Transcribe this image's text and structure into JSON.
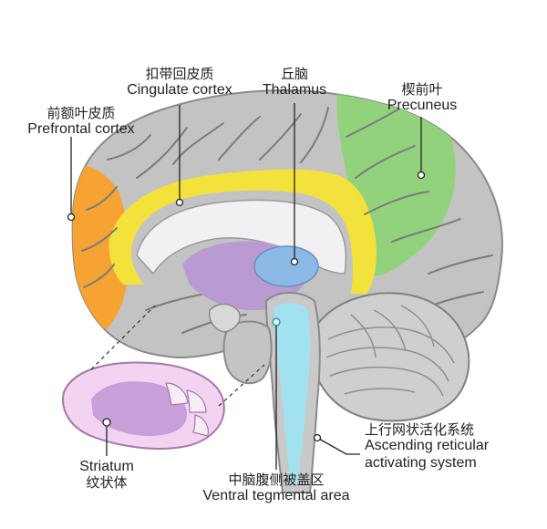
{
  "diagram": {
    "labels": {
      "prefrontal": {
        "zh": "前额叶皮质",
        "en": "Prefrontal cortex"
      },
      "cingulate": {
        "zh": "扣带回皮质",
        "en": "Cingulate cortex"
      },
      "thalamus": {
        "zh": "丘脑",
        "en": "Thalamus"
      },
      "precuneus": {
        "zh": "楔前叶",
        "en": "Precuneus"
      },
      "striatum": {
        "en": "Striatum",
        "zh": "纹状体"
      },
      "vta": {
        "zh": "中脑腹侧被盖区",
        "en": "Ventral tegmental area"
      },
      "aras": {
        "zh": "上行网状活化系统",
        "en_line1": "Ascending reticular",
        "en_line2": "activating system"
      }
    },
    "colors": {
      "cortex_gray": "#bdbdbd",
      "gyri_lines": "#7e7e7e",
      "prefrontal_orange": "#f7a531",
      "cingulate_yellow": "#f5e23a",
      "precuneus_green": "#8fd17a",
      "thalamus_blue": "#8cb8e6",
      "striatum_pink": "#e3b8e6",
      "ventricle_purple": "#b79ad0",
      "brainstem_cyan": "#9fe0ef",
      "label_line": "#222222"
    }
  }
}
